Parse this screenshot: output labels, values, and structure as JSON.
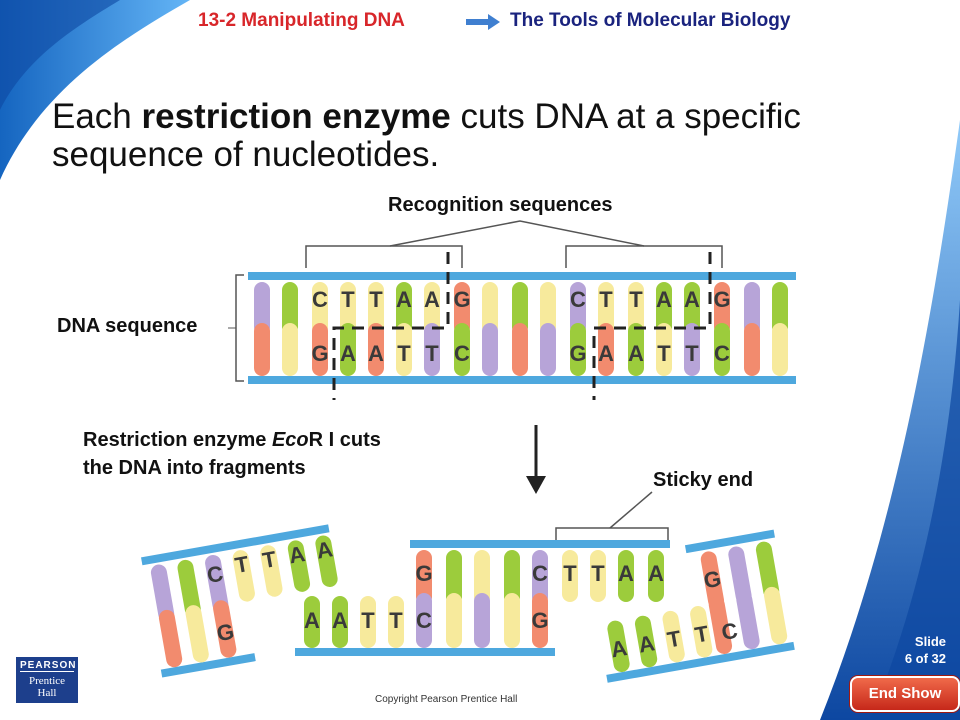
{
  "header": {
    "section": "13-2 Manipulating DNA",
    "topic": "The Tools of Molecular Biology",
    "arrow_icon": "right-arrow-icon"
  },
  "title": {
    "prefix": "Each ",
    "bold": "restriction enzyme",
    "suffix": " cuts DNA at a specific sequence of nucleotides."
  },
  "diagram": {
    "recognition_label": "Recognition sequences",
    "dna_sequence_label": "DNA sequence",
    "enzyme_label_line1_pre": "Restriction enzyme ",
    "enzyme_label_italic": "Eco",
    "enzyme_label_line1_post": "R I cuts",
    "enzyme_label_line2": "the DNA into fragments",
    "sticky_end_label": "Sticky end",
    "top_strand_letters": [
      "C",
      "T",
      "T",
      "A",
      "A",
      "G"
    ],
    "bottom_strand_letters": [
      "G",
      "A",
      "A",
      "T",
      "T",
      "C"
    ]
  },
  "footer": {
    "copyright": "Copyright Pearson Prentice Hall",
    "slide_label": "Slide",
    "slide_position": "6 of 32",
    "end_show": "End Show",
    "logo_line1": "PEARSON",
    "logo_line2": "Prentice",
    "logo_line3": "Hall"
  },
  "colors": {
    "header_red": "#d8262a",
    "header_navy": "#1a237e",
    "backbone_blue": "#4ea8de",
    "purple": "#b7a4d8",
    "salmon": "#f28b6e",
    "green": "#9ccc3c",
    "yellow": "#f7ea9c"
  }
}
